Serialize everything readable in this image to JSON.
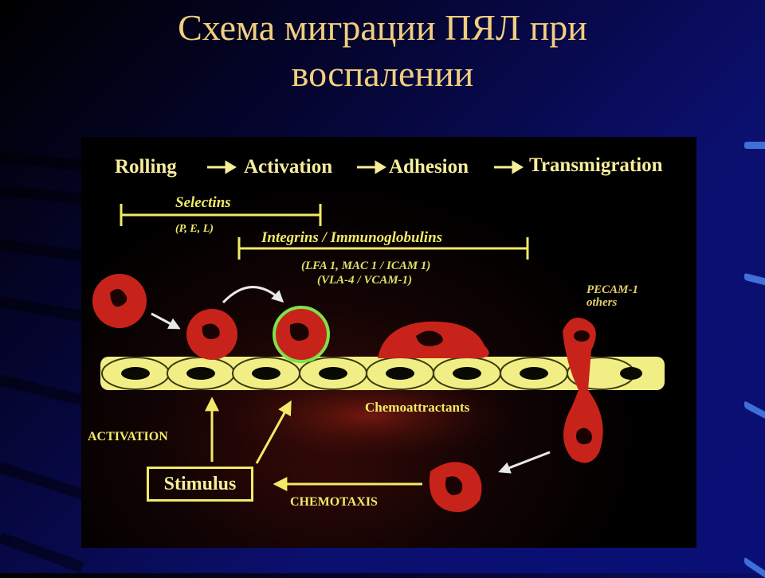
{
  "slide": {
    "title_line1": "Схема миграции ПЯЛ при",
    "title_line2": "воспалении"
  },
  "diagram": {
    "stages": [
      "Rolling",
      "Activation",
      "Adhesion",
      "Transmigration"
    ],
    "stage_arrow": "→",
    "selectins": {
      "label": "Selectins",
      "types": "(P, E, L)"
    },
    "integrins": {
      "label": "Integrins / Immunoglobulins",
      "line1": "(LFA 1, MAC 1   / ICAM 1)",
      "line2": "(VLA-4   / VCAM-1)"
    },
    "pecam": {
      "line1": "PECAM-1",
      "line2": "others"
    },
    "chemoattractants": "Chemoattractants",
    "activation": "ACTIVATION",
    "stimulus": "Stimulus",
    "chemotaxis": "CHEMOTAXIS"
  },
  "colors": {
    "title": "#f2cf7e",
    "stage_text": "#f7ee9a",
    "selectin_text": "#f2ea68",
    "integrin_text": "#dfe06a",
    "endothelium": "#f2ee86",
    "leukocyte": "#c8231a",
    "activated_ring": "#7ee24a",
    "pecam_text": "#e6cf6a"
  }
}
